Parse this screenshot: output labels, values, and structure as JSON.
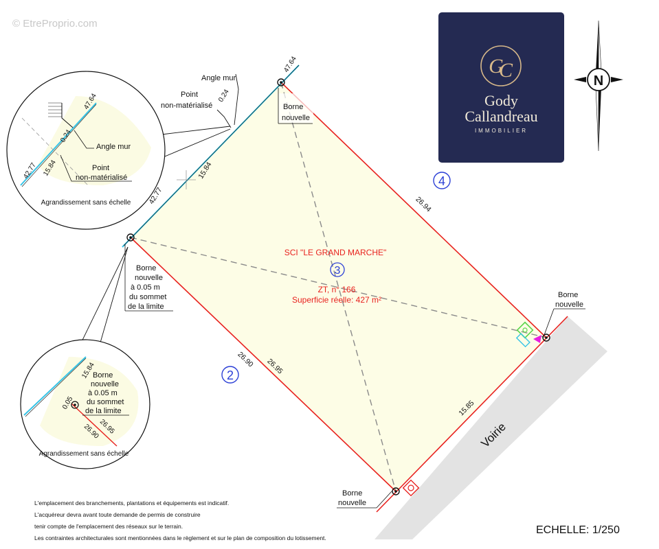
{
  "watermark": "© EtreProprio.com",
  "logo": {
    "line1": "Gody",
    "line2": "Callandreau",
    "line3": "IMMOBILIER",
    "monogram": "GC"
  },
  "compass": {
    "label": "N"
  },
  "parcel": {
    "owner": "SCI \"LE GRAND MARCHE\"",
    "lot_number": "3",
    "reference": "ZT, n° 166",
    "area": "Superficie réelle: 427 m²"
  },
  "neighbours": {
    "left": "2",
    "right": "4"
  },
  "road": "Voirie",
  "dimensions": {
    "top_vertex": "47.64",
    "left_upper": "15.84",
    "left_lower": "42.77",
    "angle_offset": "0.24",
    "right_side": "26.94",
    "bottom_inner": "26.95",
    "bottom_outer": "26.90",
    "road_side": "15.85"
  },
  "labels": {
    "angle_mur": "Angle mur",
    "point": "Point",
    "non_materialise": "non-matérialisé",
    "borne": "Borne",
    "nouvelle": "nouvelle",
    "offset_line": "à 0.05 m",
    "du_sommet": "du sommet",
    "de_la_limite": "de la limite"
  },
  "inset_top": {
    "d1": "47.64",
    "d2": "0.24",
    "d3": "42.77",
    "d4": "15.84",
    "angle_mur": "Angle mur",
    "point": "Point",
    "non_materialise": "non-matérialisé",
    "caption": "Agrandissement sans échelle"
  },
  "inset_bottom": {
    "d1": "15.84",
    "d2": "0.05",
    "d3": "26.95",
    "d4": "26.90",
    "borne": "Borne",
    "nouvelle": "nouvelle",
    "offset_line": "à 0.05 m",
    "du_sommet": "du sommet",
    "de_la_limite": "de la limite",
    "caption": "Agrandissement sans échelle"
  },
  "notes": [
    "L'emplacement des branchements, plantations et équipements est indicatif.",
    "L'acquéreur devra avant toute demande de permis de construire",
    "tenir compte de l'emplacement des réseaux sur le terrain.",
    "Les contraintes architecturales sont mentionnées dans le règlement et sur le plan de composition du lotissement."
  ],
  "scale": "ECHELLE: 1/250",
  "colors": {
    "parcel_fill": "#fdfde6",
    "boundary": "#e8211e",
    "wall": "#36c3e6",
    "road": "#e3e3e3",
    "logo_bg": "#242a52",
    "circle_num": "#2b3fd6"
  }
}
